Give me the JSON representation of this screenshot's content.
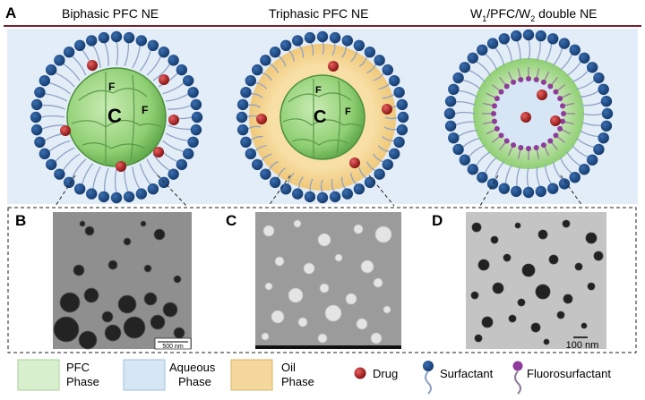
{
  "panel_labels": {
    "a": "A",
    "b": "B",
    "c": "C",
    "d": "D"
  },
  "titles": {
    "biphasic": "Biphasic PFC NE",
    "triphasic": "Triphasic PFC NE",
    "double_prefix": "W",
    "double_sub1": "1",
    "double_middle": "/PFC/W",
    "double_sub2": "2",
    "double_suffix": " double NE"
  },
  "core": {
    "center_letter": "C",
    "side_letter": "F"
  },
  "scale_bars": {
    "b": "500 nm",
    "d": "100 nm"
  },
  "legend": {
    "pfc_line1": "PFC",
    "pfc_line2": "Phase",
    "aqueous_line1": "Aqueous",
    "aqueous_line2": "Phase",
    "oil_line1": "Oil",
    "oil_line2": "Phase",
    "drug": "Drug",
    "surfactant": "Surfactant",
    "fluorosurfactant": "Fluorosurfactant"
  },
  "colors": {
    "header_line": "#7b1f2a",
    "surfactant_head": "#1f4e8c",
    "surfactant_tail": "#8fa3c7",
    "fluorosurfactant": "#8e3b9c",
    "drug": "#b02a2a",
    "pfc_phase": "#9ad17f",
    "aqueous_phase": "#d6e6f5",
    "oil_phase": "#f5d89b",
    "band_bg": "#e3edf7"
  }
}
